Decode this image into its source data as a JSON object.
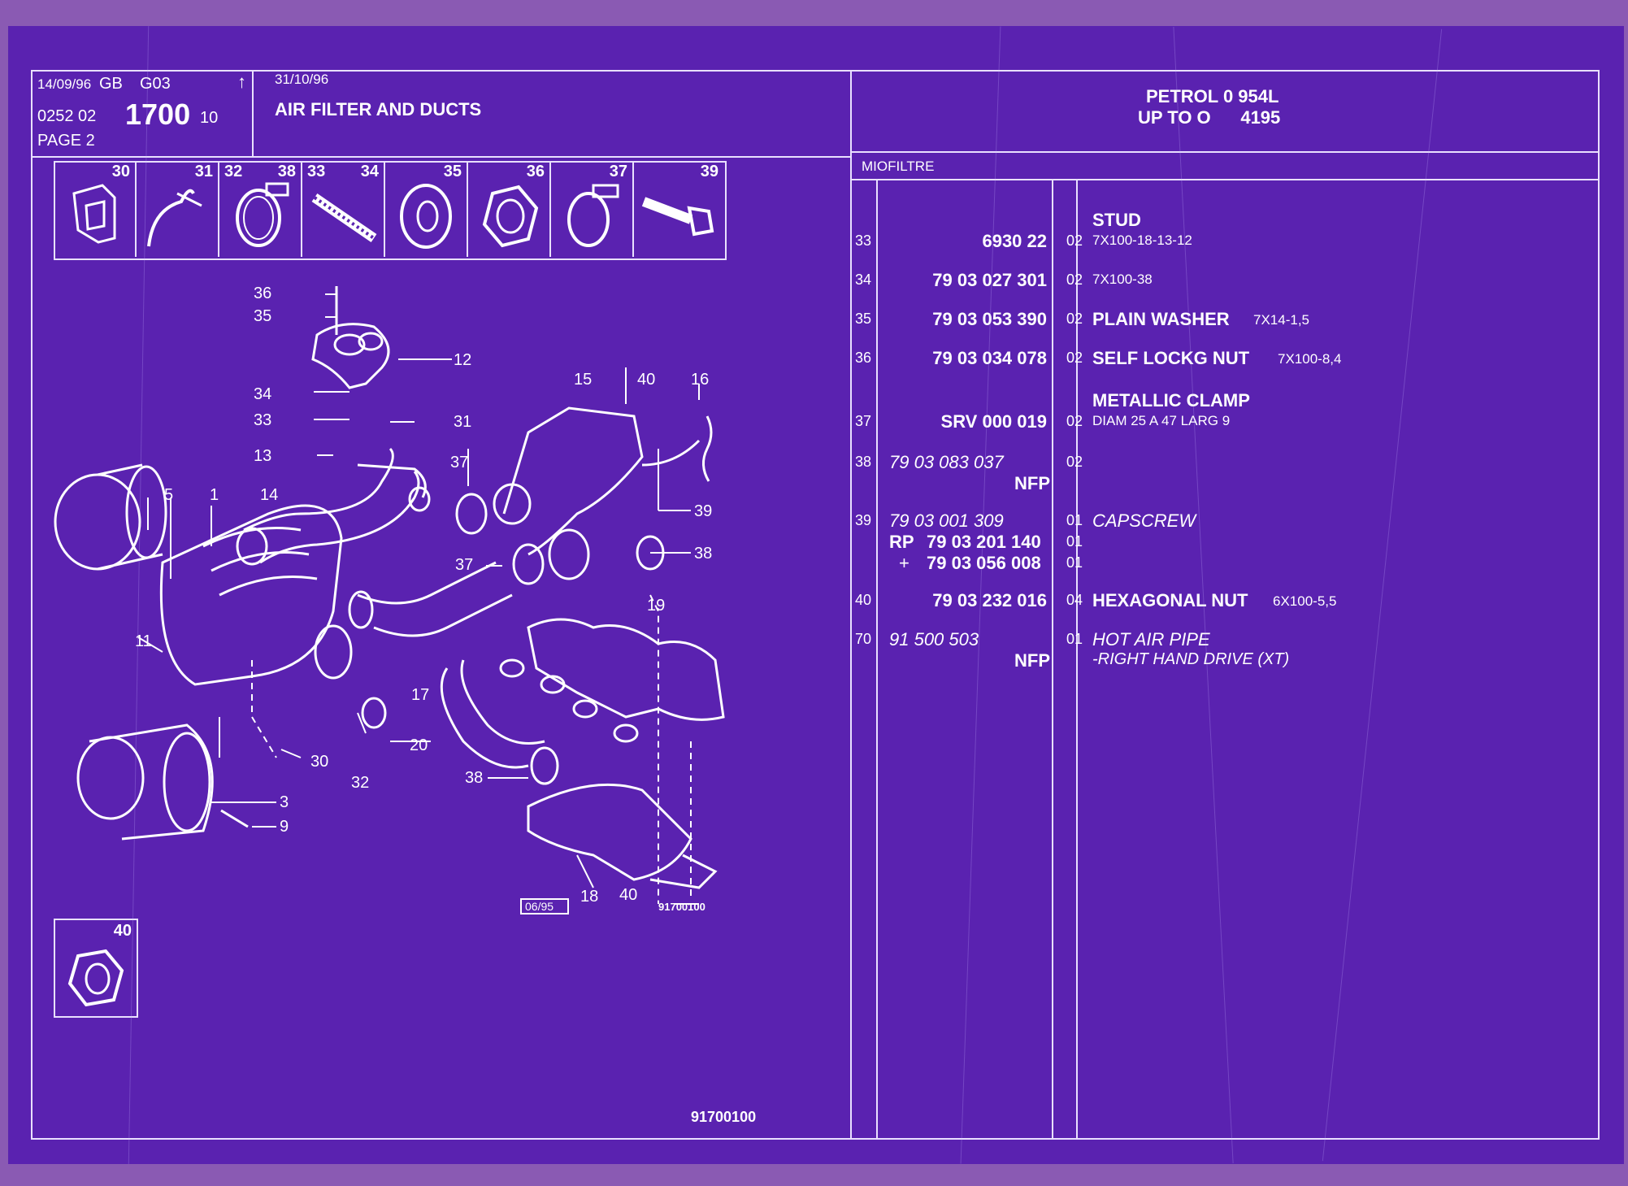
{
  "header": {
    "date_left": "14/09/96",
    "lang": "GB",
    "group_code": "G03",
    "arrow": "↑",
    "date_right": "31/10/96",
    "ref_prefix": "0252 02",
    "ref_main": "1700",
    "ref_suffix": "10",
    "page": "PAGE 2",
    "section_title": "AIR FILTER AND DUCTS",
    "engine_line1": "PETROL 0 954L",
    "engine_line2": "UP TO O      4195",
    "supplier": "MIOFILTRE"
  },
  "thumbnails": [
    {
      "num": "30",
      "icon": "clip-icon"
    },
    {
      "num": "31",
      "icon": "hose-clip-icon"
    },
    {
      "num": "32",
      "icon": "clamp-icon"
    },
    {
      "num": "38",
      "icon": "clamp-icon"
    },
    {
      "num": "33",
      "icon": "stud-icon"
    },
    {
      "num": "34",
      "icon": "stud-icon"
    },
    {
      "num": "35",
      "icon": "washer-icon"
    },
    {
      "num": "36",
      "icon": "nut-icon"
    },
    {
      "num": "37",
      "icon": "clamp-icon"
    },
    {
      "num": "39",
      "icon": "capscrew-icon"
    }
  ],
  "bottom_thumb": {
    "num": "40",
    "icon": "hex-nut-icon"
  },
  "diagram": {
    "ref_code": "91700100",
    "date_box": "06/95",
    "bottom_ref": "91700100",
    "labels": [
      "36",
      "35",
      "12",
      "34",
      "33",
      "31",
      "13",
      "15",
      "40",
      "16",
      "37",
      "39",
      "5",
      "1",
      "14",
      "38",
      "37",
      "19",
      "11",
      "17",
      "20",
      "30",
      "32",
      "3",
      "9",
      "38",
      "18",
      "40"
    ]
  },
  "parts": [
    {
      "line": "33",
      "part": "6930 22",
      "qty": "02",
      "desc_bold": "STUD",
      "desc": "7X100-18-13-12",
      "italic": false
    },
    {
      "line": "34",
      "part": "79 03 027 301",
      "qty": "02",
      "desc_bold": "",
      "desc": "7X100-38",
      "italic": false
    },
    {
      "line": "35",
      "part": "79 03 053 390",
      "qty": "02",
      "desc_bold": "PLAIN WASHER",
      "desc": "7X14-1,5",
      "italic": false
    },
    {
      "line": "36",
      "part": "79 03 034 078",
      "qty": "02",
      "desc_bold": "SELF LOCKG NUT",
      "desc": "7X100-8,4",
      "italic": false
    },
    {
      "line": "37",
      "part": "SRV 000 019",
      "qty": "02",
      "desc_bold": "METALLIC CLAMP",
      "desc": "DIAM 25 A 47 LARG 9",
      "italic": false
    },
    {
      "line": "38",
      "part": "79 03 083 037",
      "part2": "NFP",
      "qty": "02",
      "desc_bold": "",
      "desc": "",
      "italic": true
    },
    {
      "line": "39",
      "part": "79 03 001 309",
      "qty": "01",
      "desc_bold": "",
      "desc": "CAPSCREW",
      "italic": true,
      "sub": [
        {
          "prefix": "RP",
          "part": "79 03 201 140",
          "qty": "01"
        },
        {
          "prefix": "+",
          "part": "79 03 056 008",
          "qty": "01"
        }
      ]
    },
    {
      "line": "40",
      "part": "79 03 232 016",
      "qty": "04",
      "desc_bold": "HEXAGONAL NUT",
      "desc": "6X100-5,5",
      "italic": false
    },
    {
      "line": "70",
      "part": "91 500 503",
      "part2": "NFP",
      "qty": "01",
      "desc_bold": "",
      "desc": "HOT AIR PIPE",
      "desc2": "-RIGHT HAND DRIVE (XT)",
      "italic": true
    }
  ],
  "colors": {
    "background": "#5a22b0",
    "ink": "#ffffff",
    "border": "#8a5ab3"
  }
}
